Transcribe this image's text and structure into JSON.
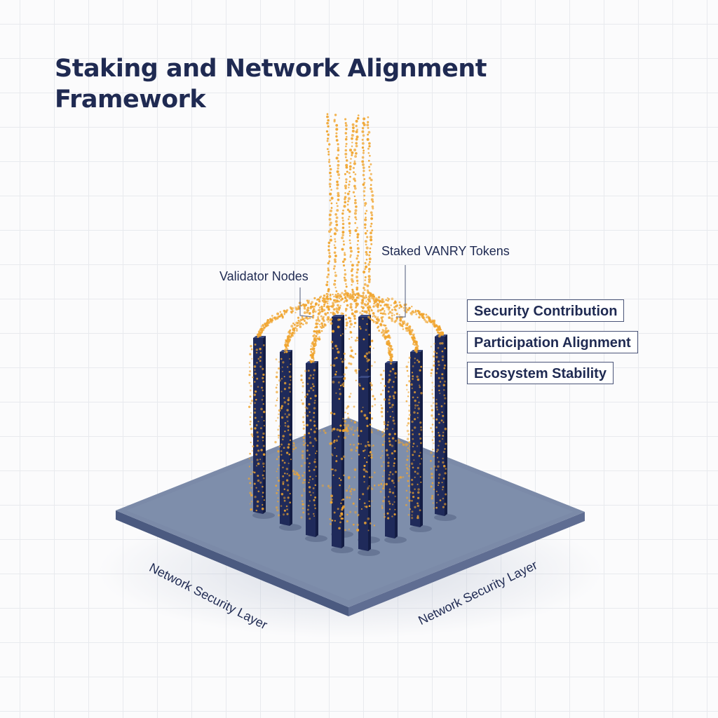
{
  "title": "Staking and Network Alignment Framework",
  "labels": {
    "validator_nodes": "Validator Nodes",
    "staked_tokens": "Staked VANRY Tokens"
  },
  "legend": [
    "Security Contribution",
    "Participation Alignment",
    "Ecosystem Stability"
  ],
  "platform": {
    "left_label": "Network Security Layer",
    "right_label": "Network Security Layer"
  },
  "colors": {
    "pillar": "#1f2a5a",
    "platform": "#7b8aa8",
    "tokens": "#f0a530",
    "text": "#1f2a52"
  }
}
